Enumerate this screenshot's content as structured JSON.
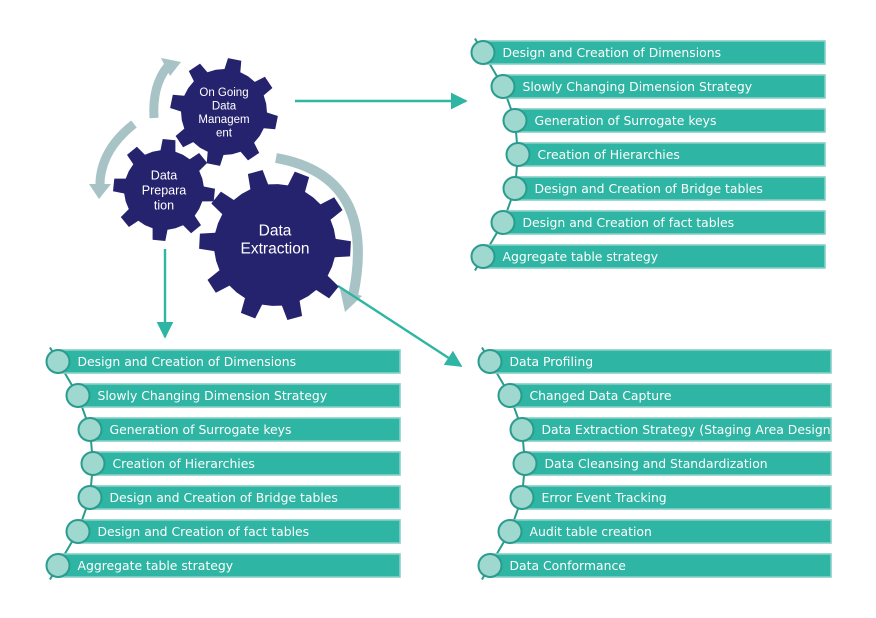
{
  "colors": {
    "gear": "#26236e",
    "bar": "#2fb5a3",
    "bar_border": "#87d0c6",
    "knob": "#9fd8cf",
    "knob_border": "#2a9c8e",
    "arrow": "#2fb5a3",
    "curved_arrow": "#a7c3c6"
  },
  "gears": {
    "ongoing": [
      "On Going",
      "Data",
      "Managem",
      "ent"
    ],
    "prep": [
      "Data",
      "Prepara",
      "tion"
    ],
    "extract": [
      "Data",
      "Extraction"
    ]
  },
  "lists": {
    "top_right": [
      "Design and Creation of Dimensions",
      "Slowly Changing Dimension Strategy",
      "Generation of Surrogate keys",
      "Creation of Hierarchies",
      "Design and Creation of Bridge tables",
      "Design and Creation of fact tables",
      "Aggregate table strategy"
    ],
    "bottom_left": [
      "Design and Creation of Dimensions",
      "Slowly Changing Dimension Strategy",
      "Generation of Surrogate keys",
      "Creation of Hierarchies",
      "Design and Creation of Bridge tables",
      "Design and Creation of fact tables",
      "Aggregate table strategy"
    ],
    "bottom_right": [
      "Data Profiling",
      "Changed Data Capture",
      "Data Extraction Strategy (Staging Area Design)",
      "Data Cleansing and Standardization",
      "Error Event Tracking",
      "Audit table creation",
      "Data Conformance"
    ]
  }
}
